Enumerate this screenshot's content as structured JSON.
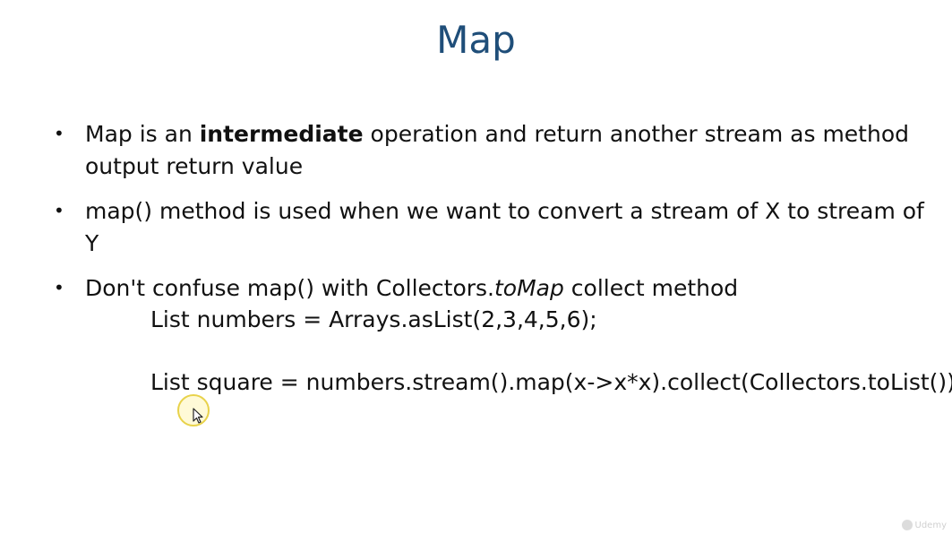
{
  "slide": {
    "title": "Map",
    "bullets": [
      {
        "segments": [
          {
            "text": "Map is an ",
            "style": "normal"
          },
          {
            "text": "intermediate",
            "style": "bold"
          },
          {
            "text": " operation and return another stream as method output return value",
            "style": "normal"
          }
        ]
      },
      {
        "segments": [
          {
            "text": "map() method is used when we want to convert a stream of X to stream of Y",
            "style": "normal"
          }
        ]
      },
      {
        "segments": [
          {
            "text": "Don't confuse map() with Collectors.",
            "style": "normal"
          },
          {
            "text": "toMap",
            "style": "italic"
          },
          {
            "text": " collect method",
            "style": "normal"
          }
        ]
      }
    ],
    "code": {
      "line1": "List numbers = Arrays.asList(2,3,4,5,6);",
      "line2": "List square = numbers.stream().map(x->x*x).collect(Collectors.toList());"
    },
    "watermark": "Udemy"
  }
}
